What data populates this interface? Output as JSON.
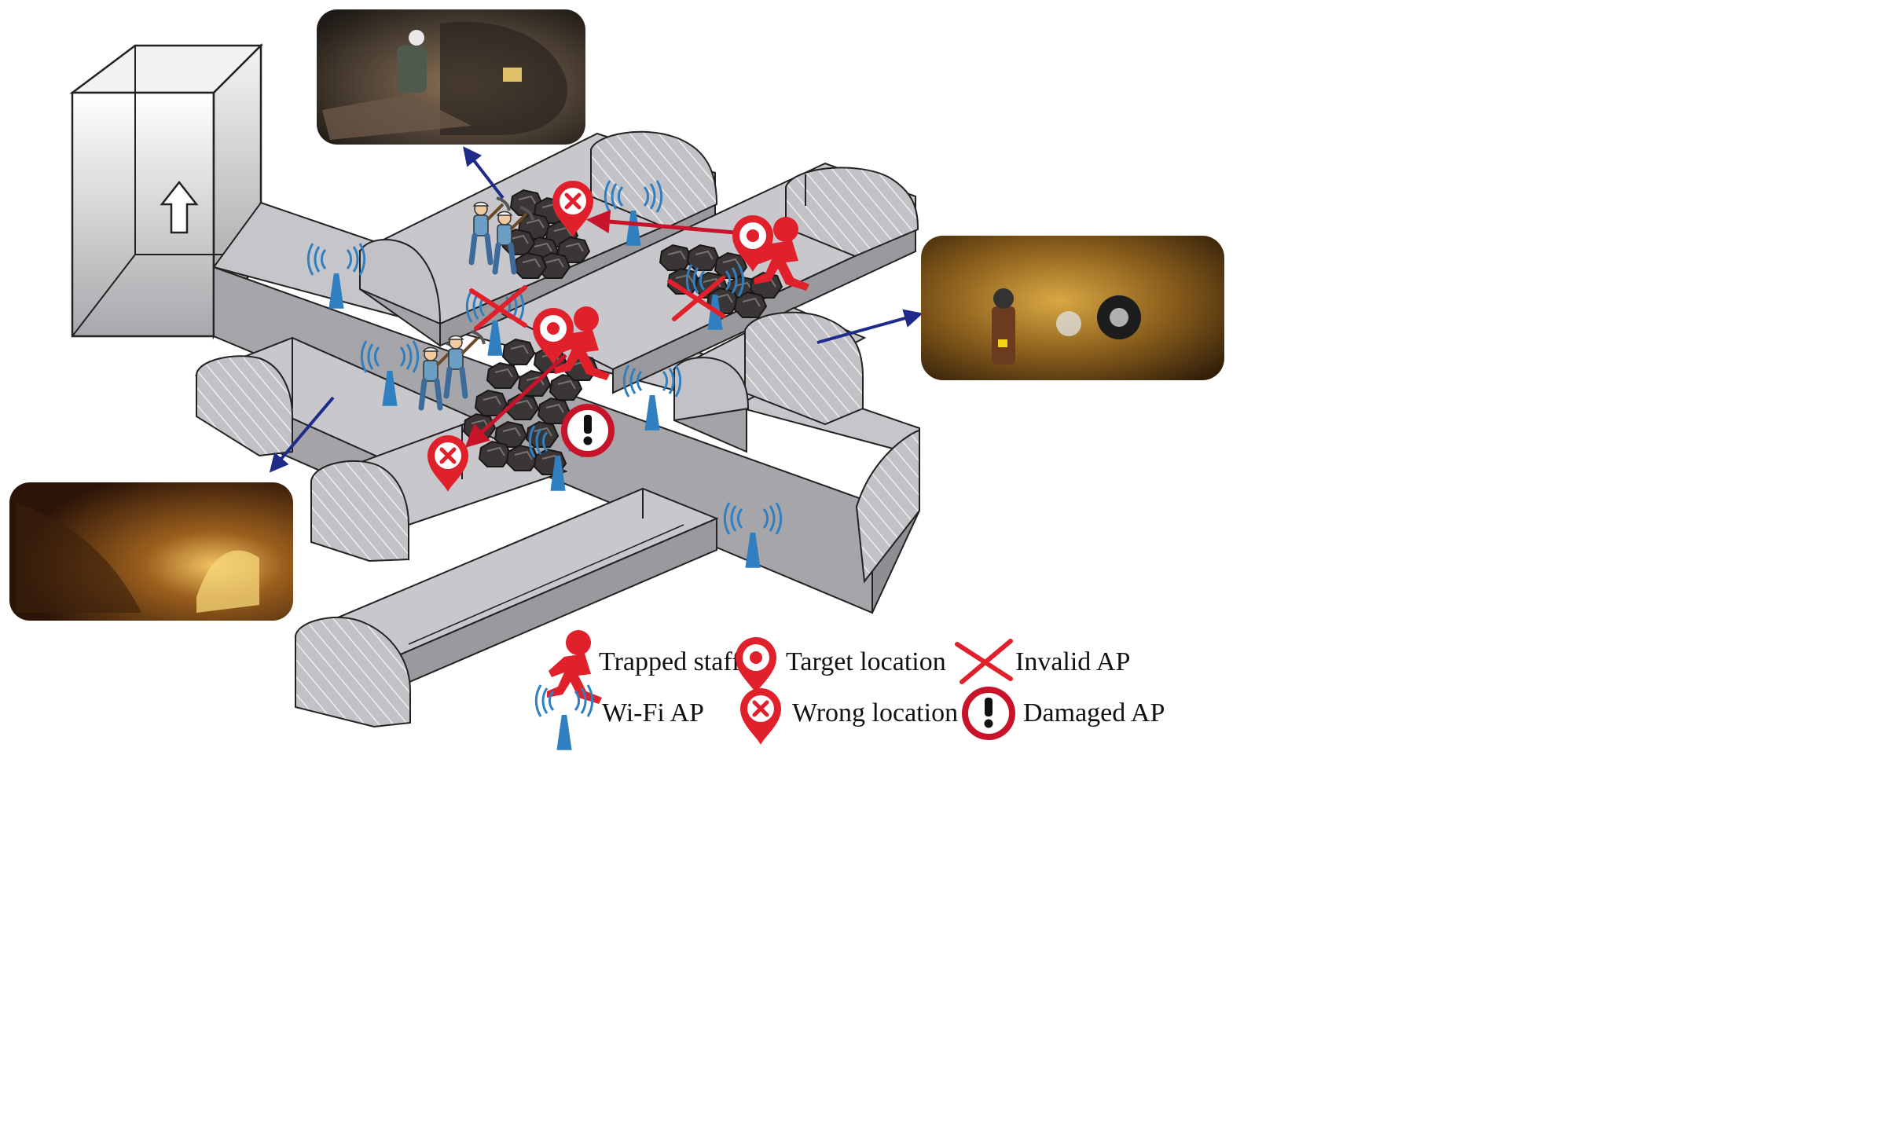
{
  "legend": {
    "trapped_staff": "Trapped staff",
    "target_location": "Target location",
    "invalid_ap": "Invalid AP",
    "wifi_ap": "Wi-Fi AP",
    "wrong_location": "Wrong location",
    "damaged_ap": "Damaged AP"
  },
  "colors": {
    "tunnel_face": "#a9a9ad",
    "tunnel_top": "#cfcfd3",
    "tunnel_dark": "#8c8c90",
    "wifi_blue": "#2f7fc1",
    "alert_red": "#e0202a",
    "arrow_red": "#c8142a",
    "pointer_navy": "#1f2b8a",
    "rock": "#3b3636"
  },
  "icons": [
    "upward-arrow-icon",
    "wifi-ap-icon",
    "trapped-staff-icon",
    "target-location-icon",
    "wrong-location-icon",
    "invalid-ap-icon",
    "damaged-ap-icon",
    "rock-pile-icon",
    "miner-icon"
  ],
  "photos": [
    "mine-photo-top",
    "mine-photo-right",
    "mine-photo-left"
  ]
}
